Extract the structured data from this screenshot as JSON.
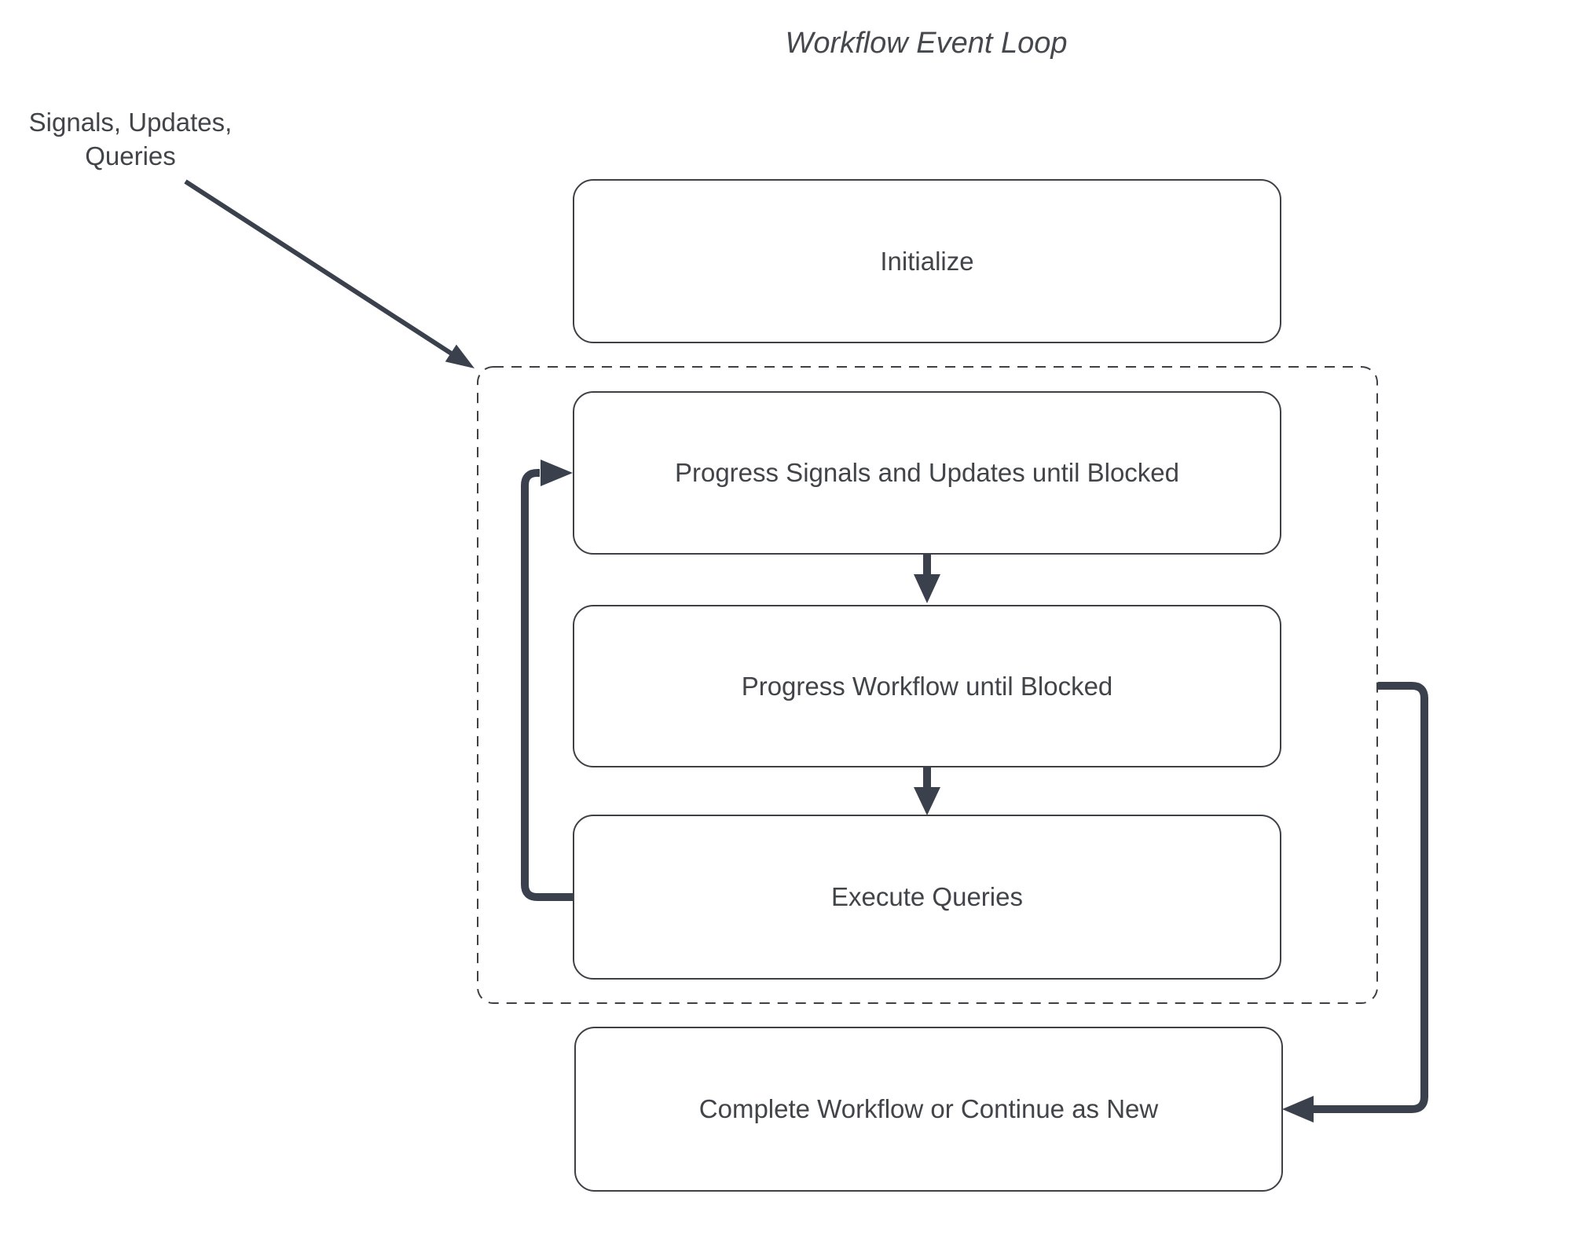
{
  "title": "Workflow Event Loop",
  "annotation": {
    "line1": "Signals, Updates,",
    "line2": "Queries"
  },
  "nodes": {
    "initialize": "Initialize",
    "progress_signals": "Progress Signals and Updates until Blocked",
    "progress_workflow": "Progress Workflow until Blocked",
    "execute_queries": "Execute Queries",
    "complete": "Complete Workflow or Continue as New"
  },
  "colors": {
    "connector": "#3b414c",
    "box_border": "#3d4045",
    "text": "#414549",
    "background": "#ffffff"
  }
}
